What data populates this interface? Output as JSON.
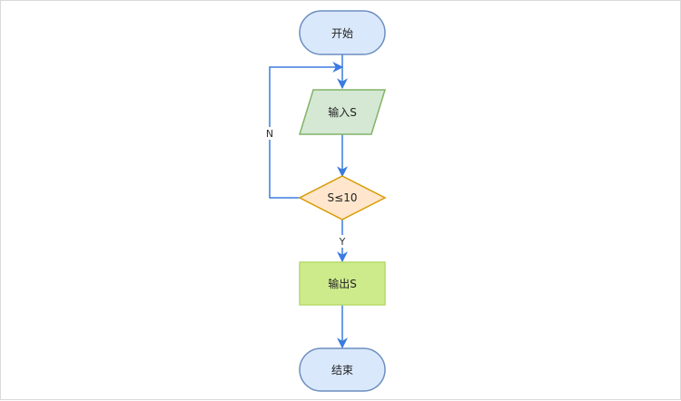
{
  "diagram": {
    "nodes": {
      "start": {
        "label": "开始",
        "fill": "#dae8fc",
        "stroke": "#6c8ebf"
      },
      "input": {
        "label": "输入S",
        "fill": "#d5e8d4",
        "stroke": "#82b366"
      },
      "decision": {
        "label": "S≤10",
        "fill": "#ffe6cc",
        "stroke": "#d79b00"
      },
      "output": {
        "label": "输出S",
        "fill": "#cdeb8b",
        "stroke": "#b7d96b"
      },
      "end": {
        "label": "结束",
        "fill": "#dae8fc",
        "stroke": "#6c8ebf"
      }
    },
    "edges": {
      "yes_label": "Y",
      "no_label": "N",
      "color": "#3a7be0"
    }
  }
}
